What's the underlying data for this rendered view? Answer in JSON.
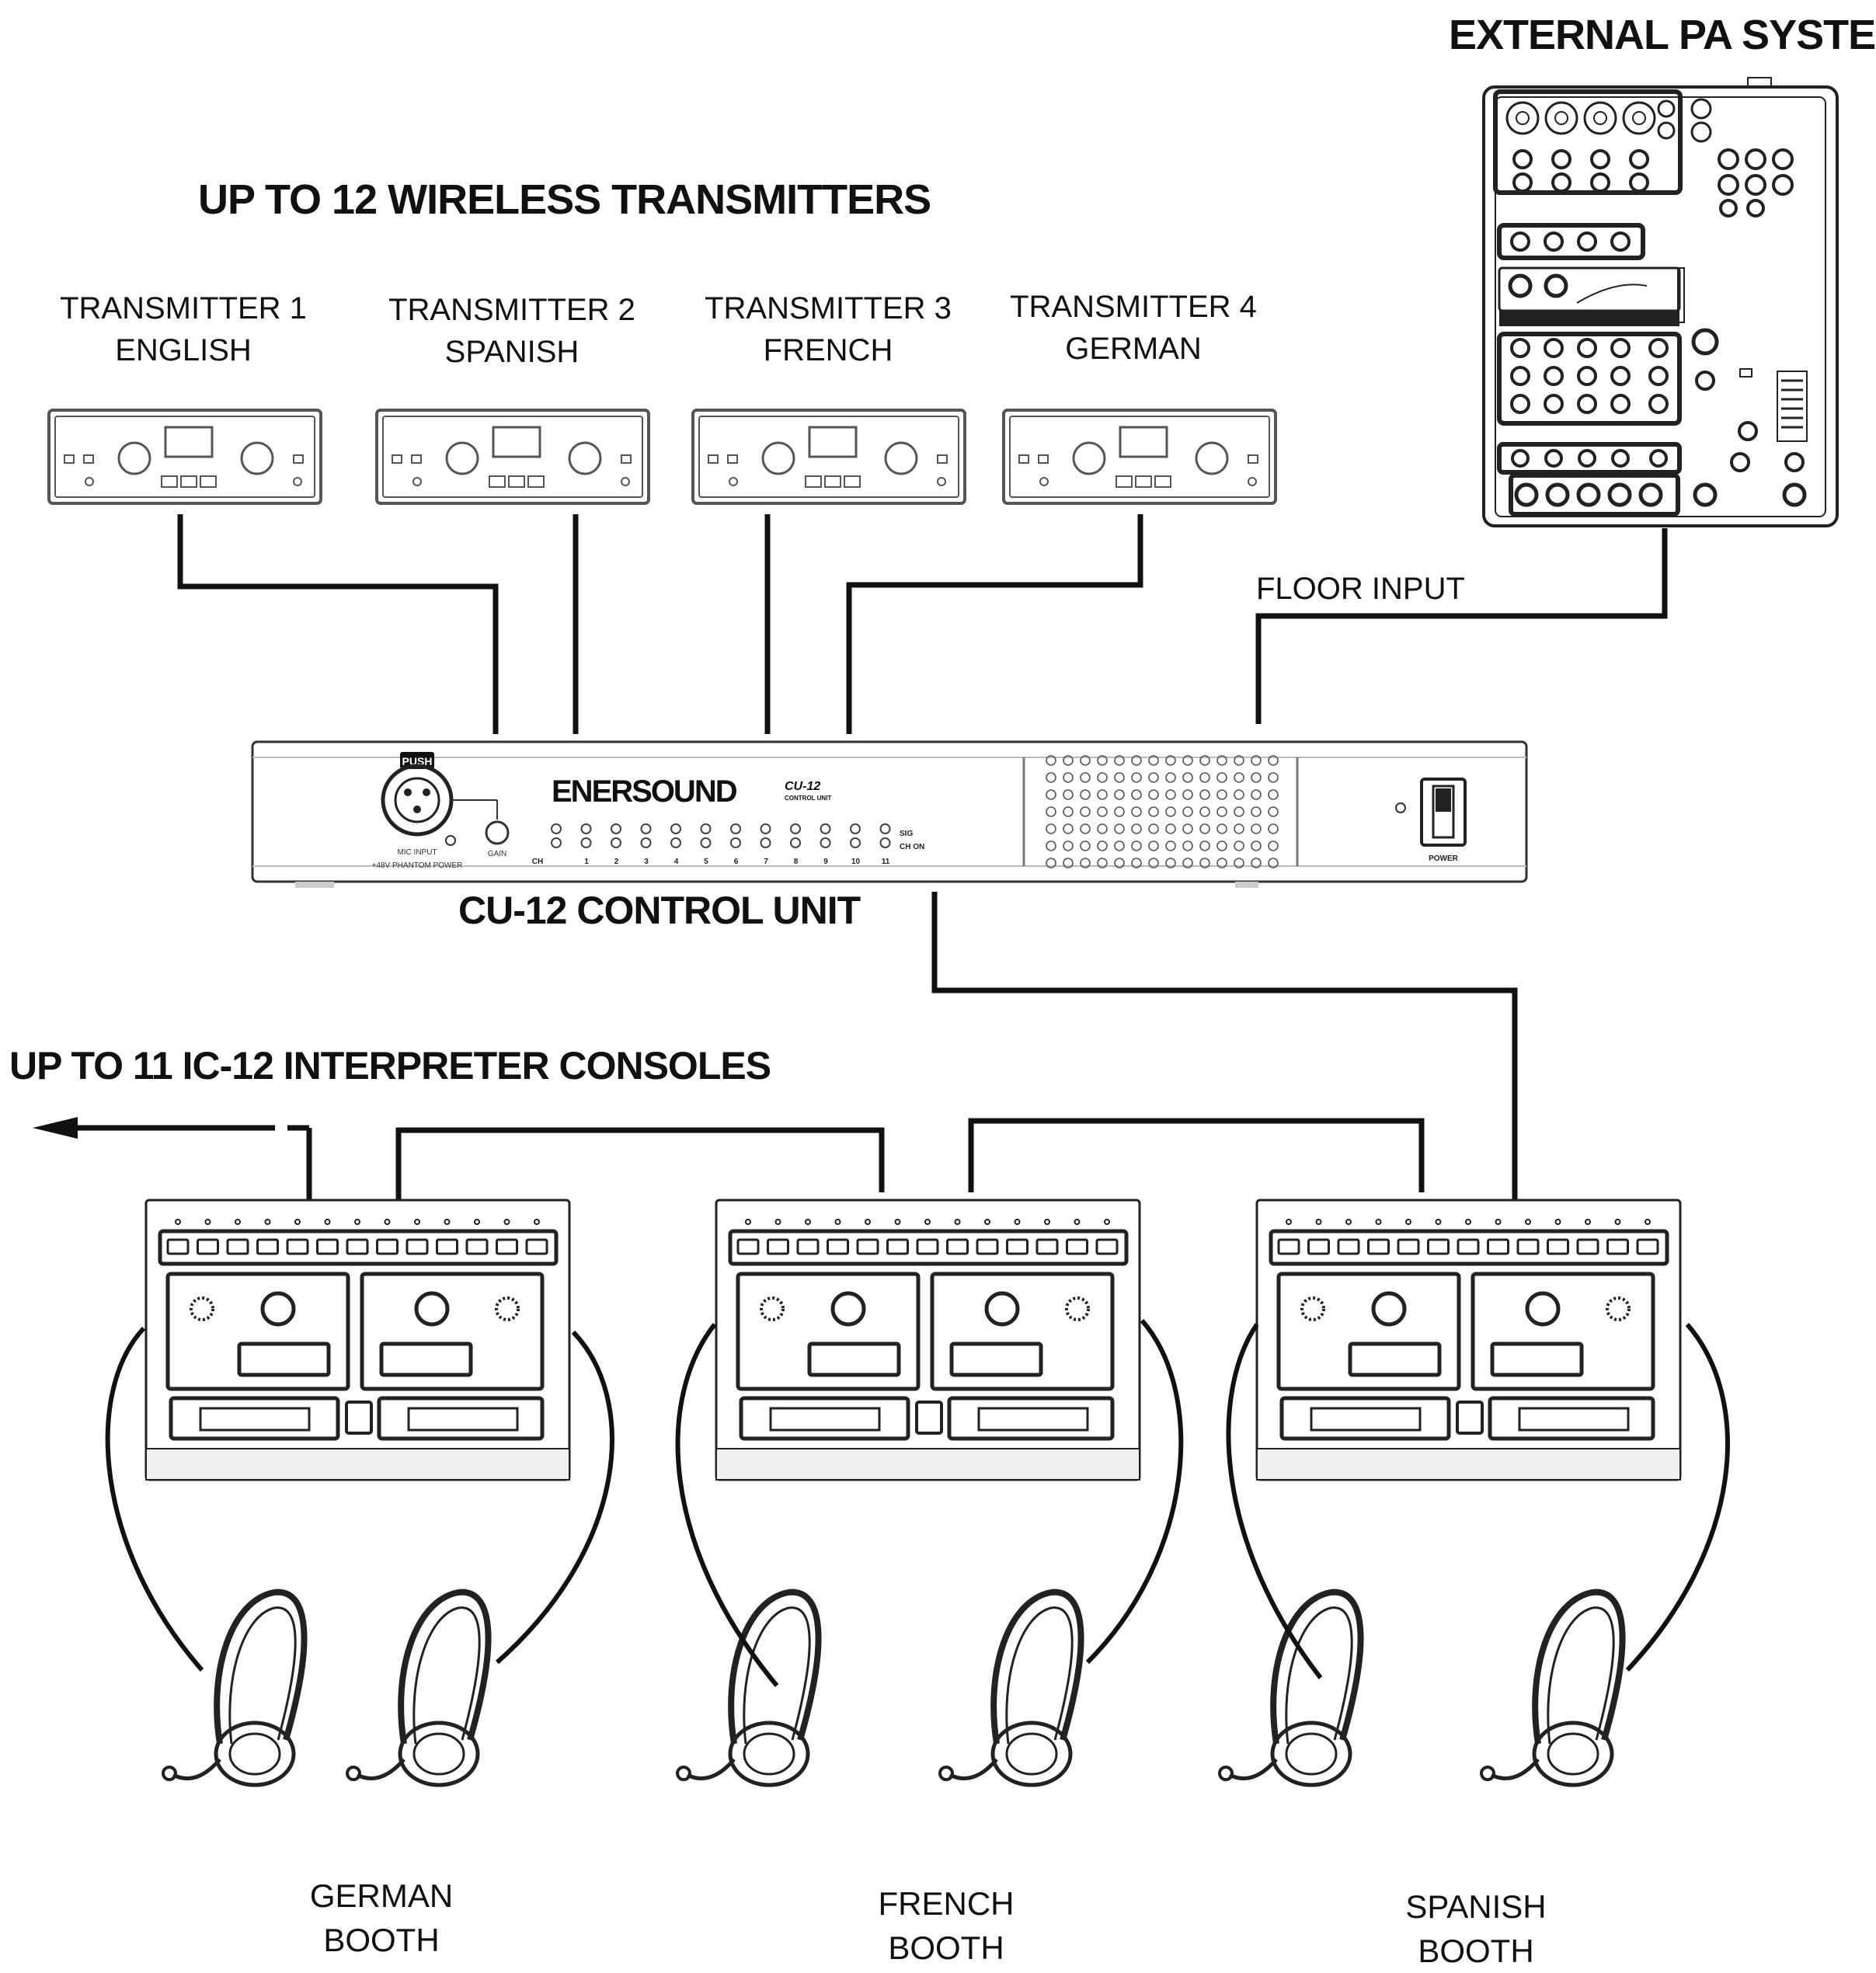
{
  "headings": {
    "pa_system": "EXTERNAL PA SYSTEM",
    "transmitters": "UP TO 12  WIRELESS  TRANSMITTERS",
    "control_unit": "CU-12 CONTROL UNIT",
    "consoles": "UP TO 11  IC-12 INTERPRETER CONSOLES"
  },
  "transmitters": [
    {
      "line1": "TRANSMITTER 1",
      "line2": "ENGLISH"
    },
    {
      "line1": "TRANSMITTER 2",
      "line2": "SPANISH"
    },
    {
      "line1": "TRANSMITTER 3",
      "line2": "FRENCH"
    },
    {
      "line1": "TRANSMITTER 4",
      "line2": "GERMAN"
    }
  ],
  "floor_input": "FLOOR INPUT",
  "control_unit": {
    "brand": "ENERSOUND",
    "model": "CU-12",
    "subtitle": "CONTROL UNIT",
    "push": "PUSH",
    "mic_input": "MIC INPUT",
    "phantom": "+48V PHANTOM POWER",
    "gain": "GAIN",
    "ch": "CH",
    "channels": [
      "1",
      "2",
      "3",
      "4",
      "5",
      "6",
      "7",
      "8",
      "9",
      "10",
      "11"
    ],
    "sig": "SIG",
    "ch_on": "CH ON",
    "power": "POWER"
  },
  "booths": [
    {
      "line1": "GERMAN",
      "line2": "BOOTH"
    },
    {
      "line1": "FRENCH",
      "line2": "BOOTH"
    },
    {
      "line1": "SPANISH",
      "line2": "BOOTH"
    }
  ]
}
